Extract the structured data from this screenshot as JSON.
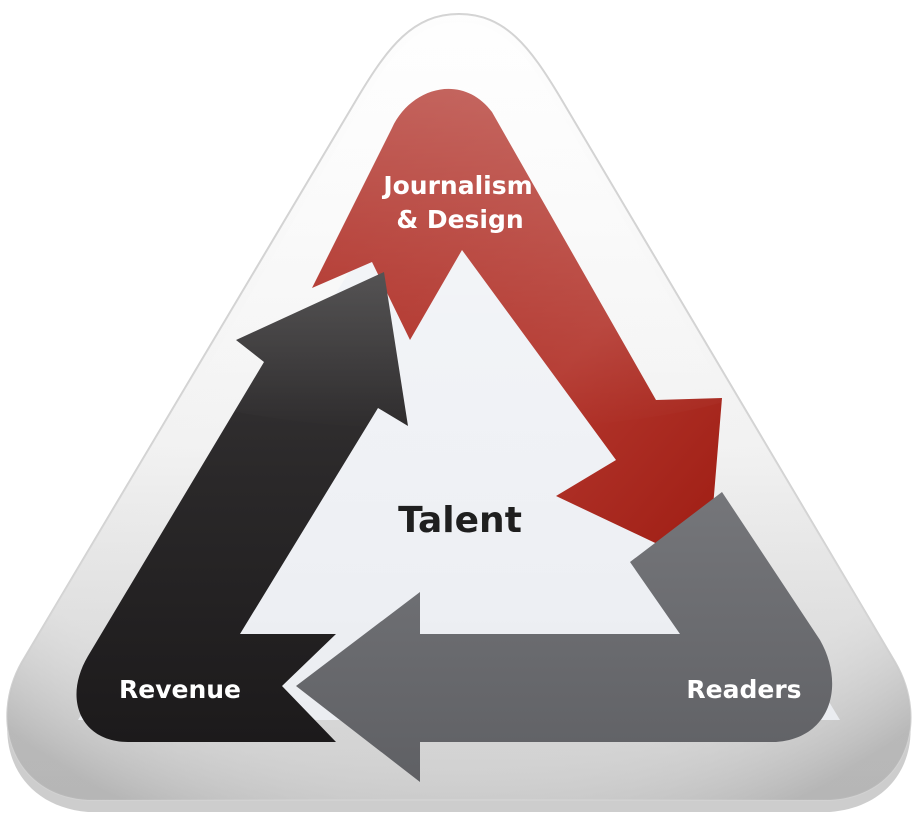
{
  "diagram": {
    "center_label": "Talent",
    "nodes": [
      {
        "id": "journalism",
        "line1": "Journalism",
        "line2": "& Design",
        "color": "#a41f16"
      },
      {
        "id": "readers",
        "label": "Readers",
        "color": "#6b6c6f"
      },
      {
        "id": "revenue",
        "label": "Revenue",
        "color": "#242223"
      }
    ],
    "colors": {
      "frame_light": "#ffffff",
      "frame_shadow": "#b9b9b9",
      "center_fill": "#eef1f6",
      "text_dark": "#1f1f1f",
      "text_light": "#ffffff"
    }
  }
}
